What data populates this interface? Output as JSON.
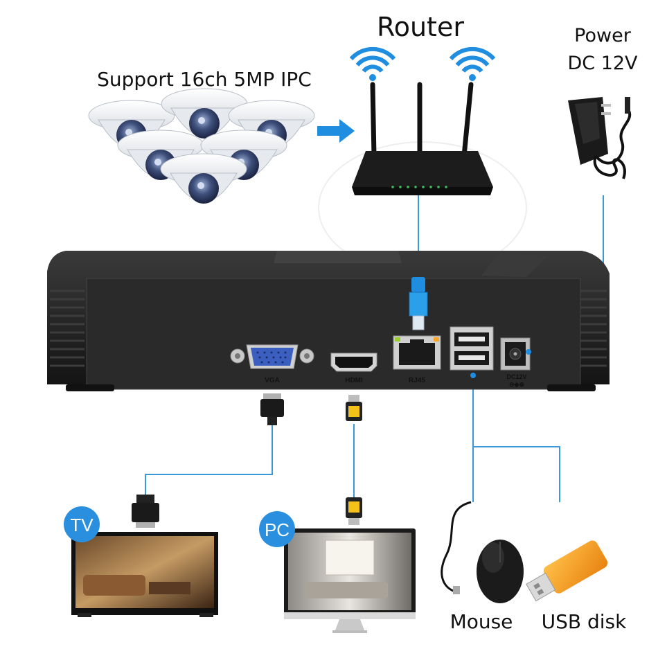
{
  "title": "Router",
  "cameras_label": "Support 16ch 5MP IPC",
  "power_label_line1": "Power",
  "power_label_line2": "DC 12V",
  "ports": {
    "vga": "VGA",
    "hdmi": "HDMI",
    "rj45": "RJ45",
    "dc_line1": "DC12V",
    "dc_line2": "⊖◆⊕"
  },
  "devices": {
    "tv_badge": "TV",
    "pc_badge": "PC",
    "mouse": "Mouse",
    "usb": "USB disk"
  },
  "colors": {
    "wire": "#3a9ad9",
    "badge": "#2b8fe0",
    "nvr_body": "#1e1e1e",
    "wifi": "#1f8de0",
    "usb_orange": "#f39a1b"
  }
}
